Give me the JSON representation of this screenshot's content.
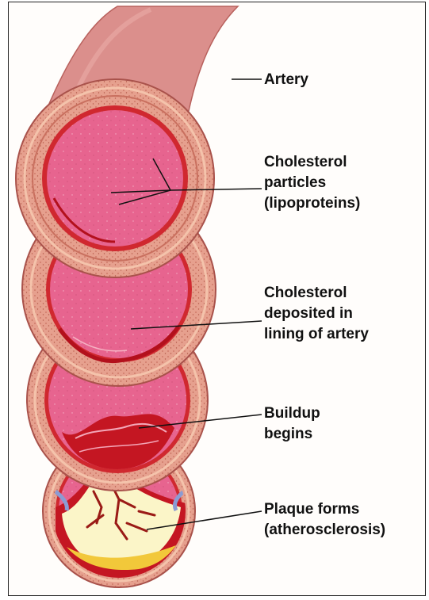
{
  "labels": {
    "artery": [
      "Artery"
    ],
    "particles": [
      "Cholesterol",
      "particles",
      "(lipoproteins)"
    ],
    "deposited": [
      "Cholesterol",
      "deposited in",
      "lining of artery"
    ],
    "buildup": [
      "Buildup",
      "begins"
    ],
    "plaque": [
      "Plaque forms",
      "(atherosclerosis)"
    ]
  },
  "colors": {
    "wall": "#e6a08e",
    "wall_dark": "#c9705f",
    "lumen": "#e7648f",
    "lining": "#c41622",
    "plaque": "#fbf5c8",
    "plaque_yellow": "#f2c83a",
    "tube": "#db8f8c"
  }
}
